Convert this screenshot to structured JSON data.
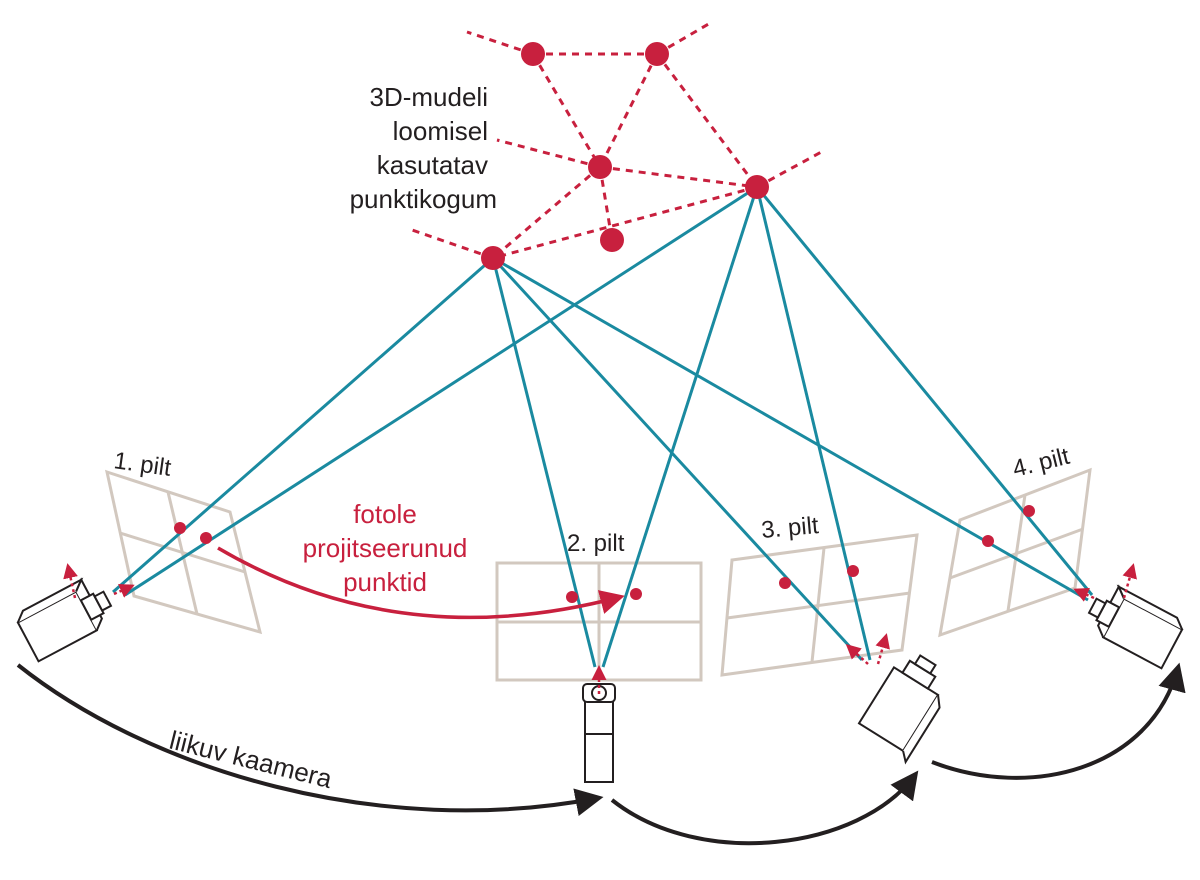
{
  "title_lines": [
    "3D-mudeli",
    "loomisel",
    "kasutatav",
    "punktikogum"
  ],
  "image_labels": [
    "1. pilt",
    "2. pilt",
    "3. pilt",
    "4. pilt"
  ],
  "projection_label_lines": [
    "fotole",
    "projitseerunud",
    "punktid"
  ],
  "motion_label": "liikuv kaamera",
  "colors": {
    "ray": "#1a8aa0",
    "point": "#c8203e",
    "frame": "#d2c8bf",
    "ink": "#231f20",
    "background": "#ffffff"
  }
}
